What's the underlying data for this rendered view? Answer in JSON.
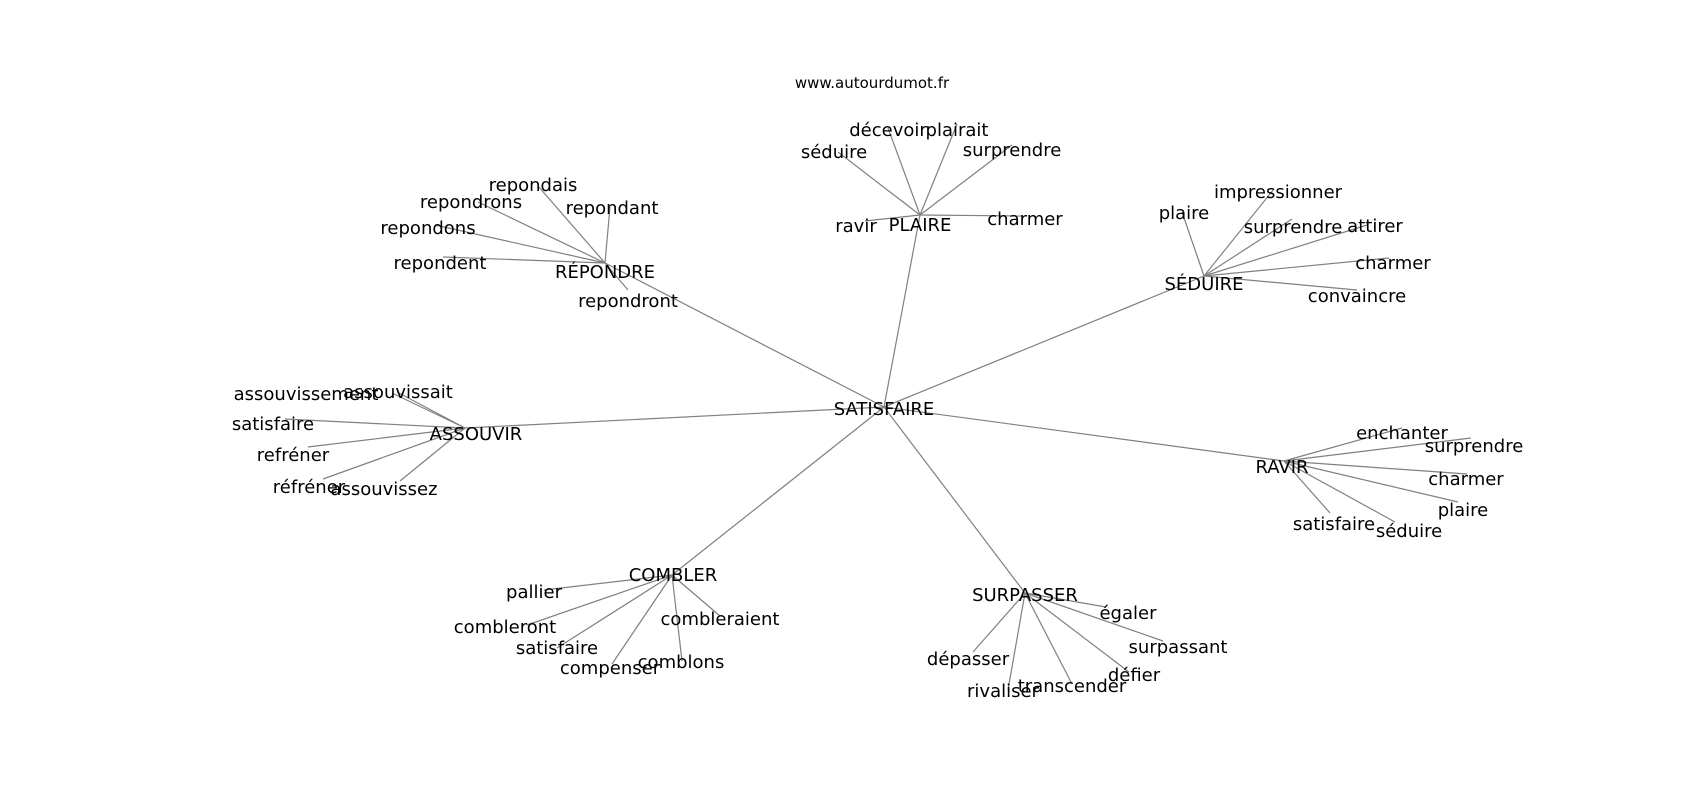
{
  "watermark": "www.autourdumot.fr",
  "graph": {
    "center": "SATISFAIRE",
    "clusters": [
      {
        "hub": "PLAIRE",
        "leaves": [
          "décevoir",
          "plairait",
          "séduire",
          "surprendre",
          "ravir",
          "charmer"
        ]
      },
      {
        "hub": "RÉPONDRE",
        "leaves": [
          "repondais",
          "repondrons",
          "repondant",
          "repondons",
          "repondent",
          "repondront"
        ]
      },
      {
        "hub": "SÉDUIRE",
        "leaves": [
          "impressionner",
          "plaire",
          "surprendre",
          "attirer",
          "charmer",
          "convaincre"
        ]
      },
      {
        "hub": "ASSOUVIR",
        "leaves": [
          "assouvissement",
          "assouvissait",
          "satisfaire",
          "refréner",
          "réfréner",
          "assouvissez"
        ]
      },
      {
        "hub": "RAVIR",
        "leaves": [
          "enchanter",
          "surprendre",
          "charmer",
          "plaire",
          "satisfaire",
          "séduire"
        ]
      },
      {
        "hub": "COMBLER",
        "leaves": [
          "pallier",
          "combleraient",
          "combleront",
          "satisfaire",
          "compenser",
          "comblons"
        ]
      },
      {
        "hub": "SURPASSER",
        "leaves": [
          "égaler",
          "surpassant",
          "dépasser",
          "défier",
          "transcender",
          "rivaliser"
        ]
      }
    ]
  }
}
